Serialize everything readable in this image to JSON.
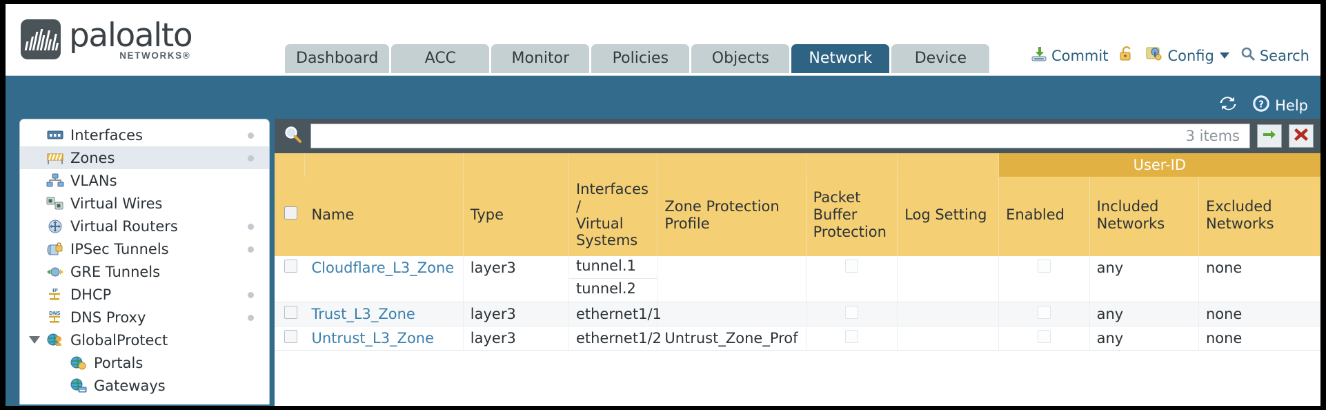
{
  "brand": {
    "name": "paloalto",
    "tagline": "NETWORKS",
    "registered": "®"
  },
  "tabs": [
    {
      "label": "Dashboard",
      "active": false
    },
    {
      "label": "ACC",
      "active": false
    },
    {
      "label": "Monitor",
      "active": false
    },
    {
      "label": "Policies",
      "active": false
    },
    {
      "label": "Objects",
      "active": false
    },
    {
      "label": "Network",
      "active": true
    },
    {
      "label": "Device",
      "active": false
    }
  ],
  "topnav": {
    "commit": "Commit",
    "config": "Config",
    "search": "Search",
    "lock_icon": "padlock-unlocked-icon",
    "commit_icon": "commit-download-icon",
    "config_icon": "config-wrench-key-icon",
    "search_icon": "magnifier-icon"
  },
  "band": {
    "refresh_icon": "refresh-icon",
    "help_icon": "help-question-icon",
    "help": "Help"
  },
  "sidebar": {
    "items": [
      {
        "label": "Interfaces",
        "icon": "interfaces-icon",
        "dot": true,
        "selected": false,
        "child": false,
        "expander": false
      },
      {
        "label": "Zones",
        "icon": "zones-icon",
        "dot": true,
        "selected": true,
        "child": false,
        "expander": false
      },
      {
        "label": "VLANs",
        "icon": "vlans-icon",
        "dot": false,
        "selected": false,
        "child": false,
        "expander": false
      },
      {
        "label": "Virtual Wires",
        "icon": "virtual-wires-icon",
        "dot": false,
        "selected": false,
        "child": false,
        "expander": false
      },
      {
        "label": "Virtual Routers",
        "icon": "virtual-routers-icon",
        "dot": true,
        "selected": false,
        "child": false,
        "expander": false
      },
      {
        "label": "IPSec Tunnels",
        "icon": "ipsec-tunnels-icon",
        "dot": true,
        "selected": false,
        "child": false,
        "expander": false
      },
      {
        "label": "GRE Tunnels",
        "icon": "gre-tunnels-icon",
        "dot": false,
        "selected": false,
        "child": false,
        "expander": false
      },
      {
        "label": "DHCP",
        "icon": "dhcp-icon",
        "dot": true,
        "selected": false,
        "child": false,
        "expander": false
      },
      {
        "label": "DNS Proxy",
        "icon": "dns-proxy-icon",
        "dot": true,
        "selected": false,
        "child": false,
        "expander": false
      },
      {
        "label": "GlobalProtect",
        "icon": "globalprotect-icon",
        "dot": false,
        "selected": false,
        "child": false,
        "expander": true
      },
      {
        "label": "Portals",
        "icon": "portals-icon",
        "dot": false,
        "selected": false,
        "child": true,
        "expander": false
      },
      {
        "label": "Gateways",
        "icon": "gateways-icon",
        "dot": false,
        "selected": false,
        "child": true,
        "expander": false
      }
    ]
  },
  "filterbar": {
    "search_icon": "magnifier-icon",
    "value": "",
    "placeholder": "",
    "items_count": "3 items",
    "apply_icon": "green-arrow-apply-icon",
    "clear_icon": "red-x-clear-icon"
  },
  "table": {
    "group_header": "User-ID",
    "columns": [
      "Name",
      "Type",
      "Interfaces / Virtual Systems",
      "Zone Protection Profile",
      "Packet Buffer Protection",
      "Log Setting",
      "Enabled",
      "Included Networks",
      "Excluded Networks"
    ],
    "columns_split": {
      "interfaces": [
        "Interfaces /",
        "Virtual",
        "Systems"
      ],
      "zone_protection": [
        "Zone Protection",
        "Profile"
      ],
      "packet_buffer": [
        "Packet Buffer",
        "Protection"
      ],
      "included": [
        "Included",
        "Networks"
      ],
      "excluded": [
        "Excluded",
        "Networks"
      ]
    },
    "rows": [
      {
        "selected": false,
        "name": "Cloudflare_L3_Zone",
        "type": "layer3",
        "interfaces": [
          "tunnel.1",
          "tunnel.2"
        ],
        "zone_protection_profile": "",
        "packet_buffer_protection": false,
        "log_setting": "",
        "userid_enabled": false,
        "included_networks": "any",
        "excluded_networks": "none"
      },
      {
        "selected": false,
        "name": "Trust_L3_Zone",
        "type": "layer3",
        "interfaces": [
          "ethernet1/1"
        ],
        "zone_protection_profile": "",
        "packet_buffer_protection": false,
        "log_setting": "",
        "userid_enabled": false,
        "included_networks": "any",
        "excluded_networks": "none"
      },
      {
        "selected": false,
        "name": "Untrust_L3_Zone",
        "type": "layer3",
        "interfaces": [
          "ethernet1/2"
        ],
        "zone_protection_profile": "Untrust_Zone_Prof",
        "packet_buffer_protection": false,
        "log_setting": "",
        "userid_enabled": false,
        "included_networks": "any",
        "excluded_networks": "none"
      }
    ]
  },
  "colors": {
    "brand_dark": "#4a5358",
    "band_blue": "#336b8c",
    "tab_active": "#2f6384",
    "tab_inactive": "#c5d0d2",
    "header_amber": "#f5cf73",
    "group_amber": "#e2b143",
    "link_blue": "#3a7fae",
    "filter_bg": "#4a565e"
  }
}
